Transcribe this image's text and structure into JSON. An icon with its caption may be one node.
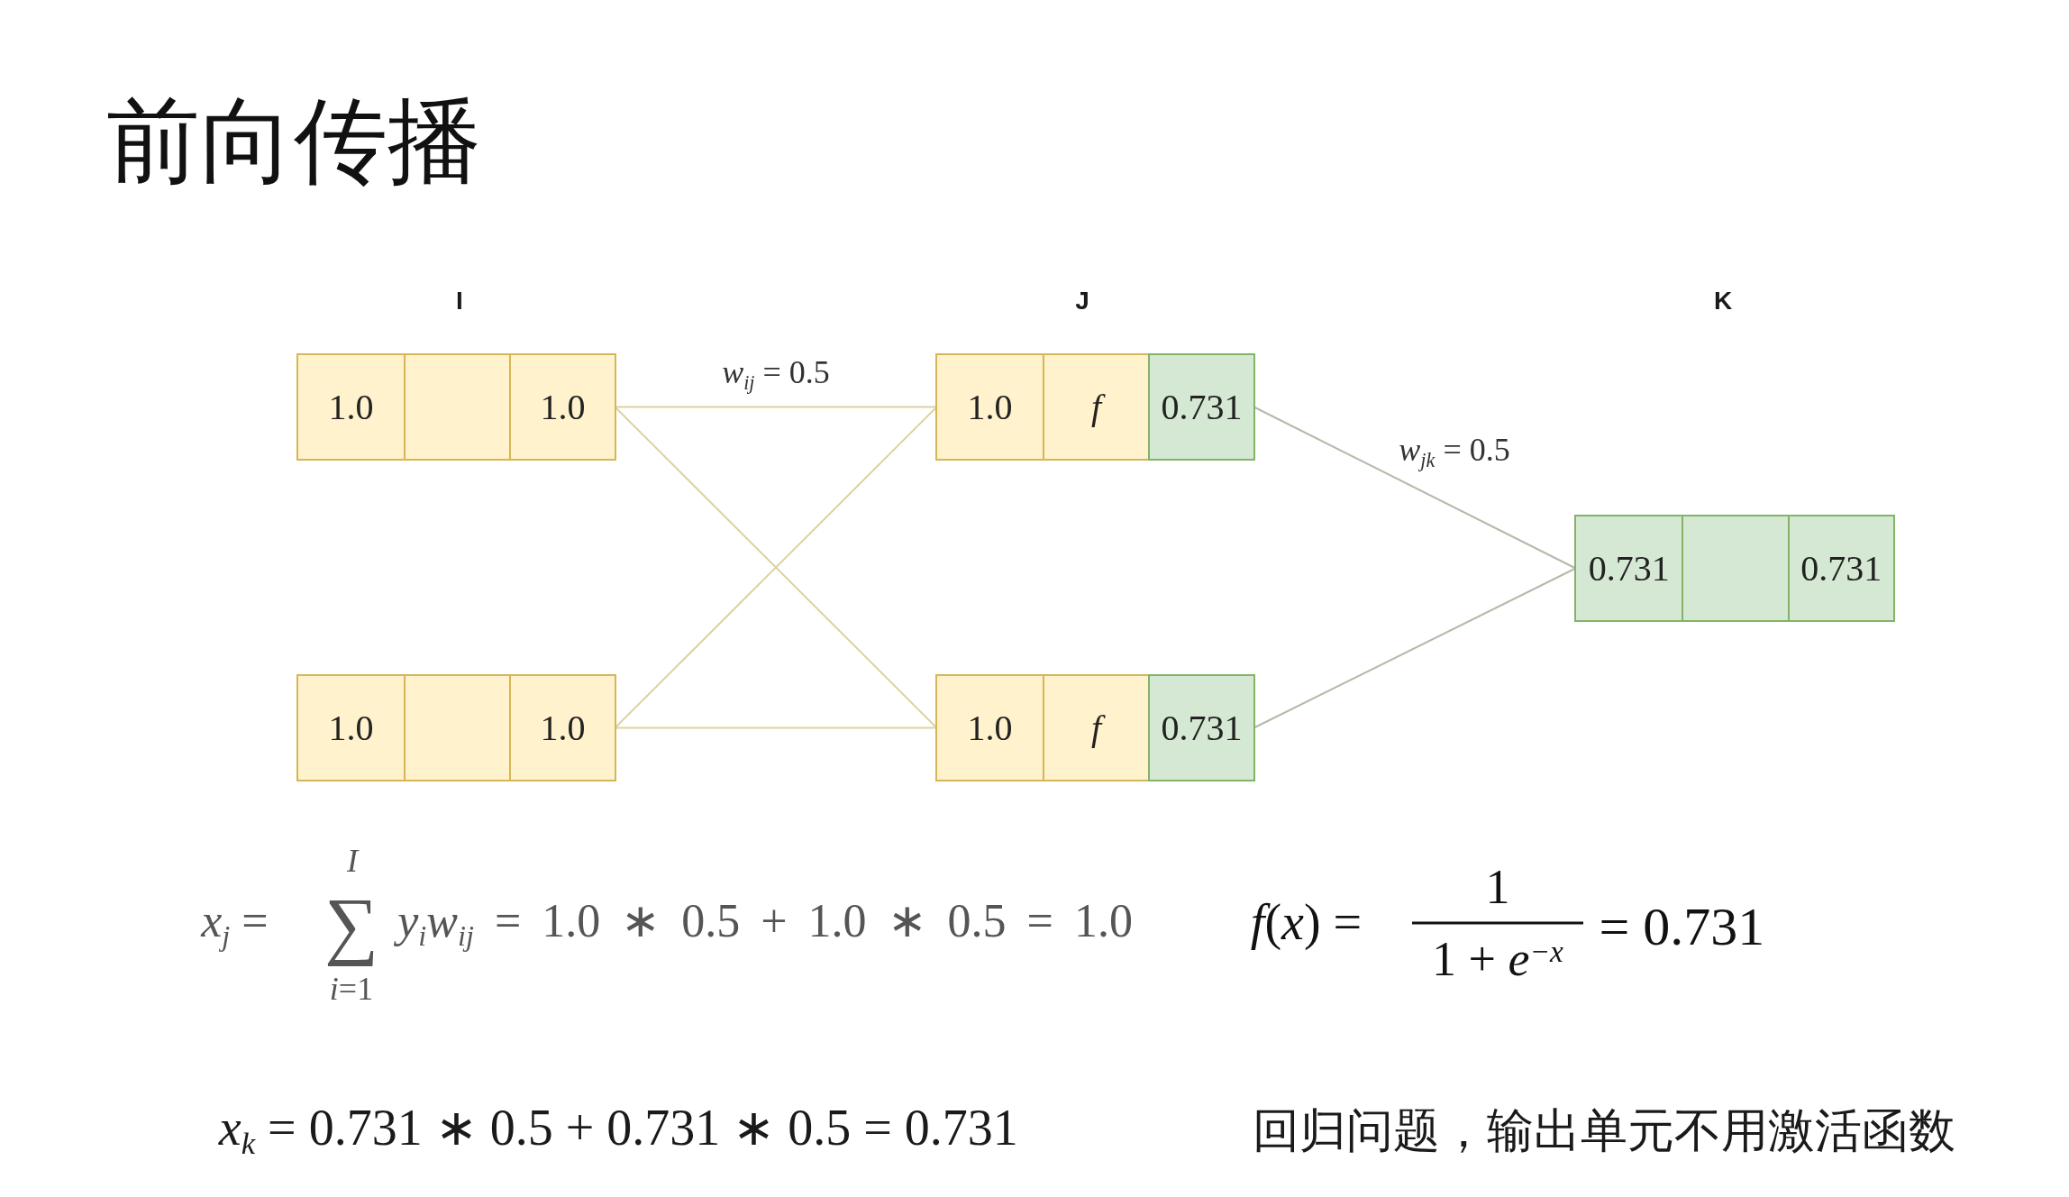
{
  "diagram": {
    "title": "前向传播",
    "nodes": [
      {
        "text": [],
        "shape": "box"
      },
      {
        "text": [
          "1.0"
        ],
        "in": 0
      },
      {
        "text": [],
        "shape": "box",
        "in": 0
      },
      {
        "text": [
          "1.0"
        ],
        "in": 0
      },
      {
        "text": [],
        "shape": "box"
      },
      {
        "text": [
          "1.0"
        ],
        "in": 4
      },
      {
        "text": [
          "f"
        ],
        "in": 4
      },
      {
        "text": [
          "0.731"
        ],
        "in": 4
      },
      {
        "text": [],
        "shape": "box"
      },
      {
        "text": [
          "0.731"
        ],
        "in": 8
      },
      {
        "text": [],
        "shape": "box",
        "in": 8
      },
      {
        "text": [
          "0.731"
        ],
        "in": 8
      },
      {
        "text": [],
        "shape": "box"
      },
      {
        "text": [
          "1.0"
        ],
        "in": 12
      },
      {
        "text": [],
        "shape": "box",
        "in": 12
      },
      {
        "text": [
          "1.0"
        ],
        "in": 12
      },
      {
        "text": [],
        "shape": "box"
      },
      {
        "text": [
          "1.0"
        ],
        "in": 16
      },
      {
        "text": [
          "f"
        ],
        "in": 16
      },
      {
        "text": [
          "0.731"
        ],
        "in": 16
      }
    ],
    "edges": [
      {
        "from": 0,
        "to": 4,
        "arrow": "none",
        "label": "*w*$_{ij}$ = 0.5"
      },
      {
        "from": 0,
        "to": 16,
        "arrow": "none"
      },
      {
        "from": 12,
        "to": 4,
        "arrow": "none"
      },
      {
        "from": 12,
        "to": 16,
        "arrow": "none"
      },
      {
        "from": 4,
        "to": 8,
        "arrow": "none",
        "label": "*w*$_{jk}$ = 0.5",
        "color": "#b5b9a9"
      },
      {
        "from": 16,
        "to": 8,
        "arrow": "none",
        "color": "#b5b9a9"
      }
    ],
    "labels": [
      "I",
      "J",
      "K",
      "I",
      "*x*$_{j}$ =",
      "∑",
      "*i*=1",
      "*y*$_{i}$*w*$_{ij}$ = 1.0 ∗ 0.5 + 1.0 ∗ 0.5 = 1.0",
      "*f*(*x*) =",
      "1",
      "1 + *e*$^{−x}$",
      "= 0.731",
      "*x*$_{k}$ = 0.731 ∗ 0.5 + 0.731 ∗ 0.5 = 0.731",
      "回归问题，输出单元不用激活函数"
    ]
  }
}
